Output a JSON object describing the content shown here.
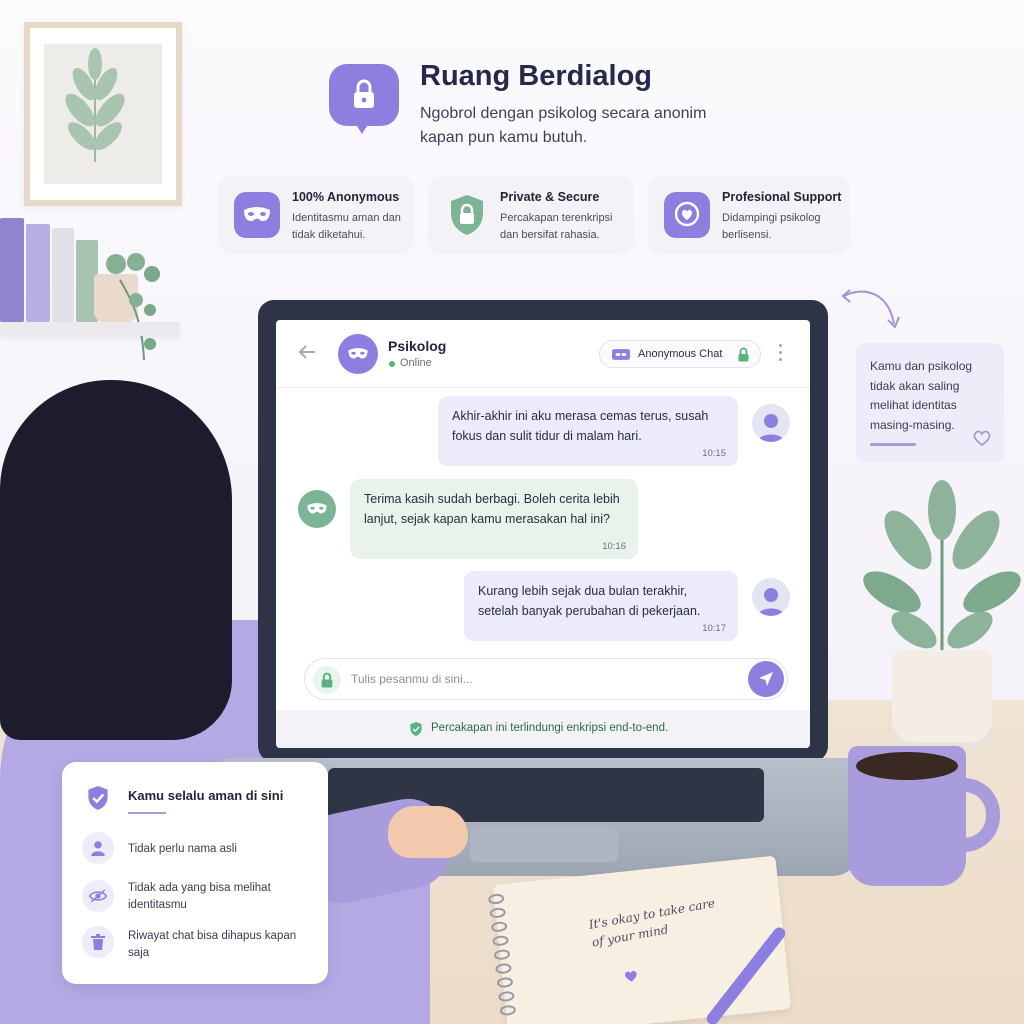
{
  "header": {
    "title": "Ruang Berdialog",
    "subtitle": "Ngobrol dengan psikolog secara anonim kapan pun kamu butuh.",
    "logo_icon": "lock-icon"
  },
  "features": [
    {
      "title": "100% Anonymous",
      "desc": "Identitasmu aman dan tidak diketahui.",
      "icon": "mask-icon",
      "color": "#8c7fe0"
    },
    {
      "title": "Private & Secure",
      "desc": "Percakapan terenkripsi dan bersifat rahasia.",
      "icon": "shield-lock-icon",
      "color": "#7cb495"
    },
    {
      "title": "Profesional Support",
      "desc": "Didampingi psikolog berlisensi.",
      "icon": "heart-chat-icon",
      "color": "#8c7fe0"
    }
  ],
  "chat": {
    "contact_name": "Psikolog",
    "contact_status": "Online",
    "mode_label": "Anonymous Chat",
    "messages": [
      {
        "from": "user",
        "text": "Akhir-akhir ini aku merasa cemas terus, susah fokus dan sulit tidur di malam hari.",
        "time": "10:15"
      },
      {
        "from": "psikolog",
        "text": "Terima kasih sudah berbagi. Boleh cerita lebih lanjut, sejak kapan kamu merasakan hal ini?",
        "time": "10:16"
      },
      {
        "from": "user",
        "text": "Kurang lebih sejak dua bulan terakhir, setelah banyak perubahan di pekerjaan.",
        "time": "10:17"
      }
    ],
    "input_placeholder": "Tulis pesanmu di sini...",
    "encryption_note": "Percakapan ini terlindungi enkripsi end-to-end."
  },
  "side_note": {
    "text": "Kamu dan psikolog tidak akan saling melihat identitas masing-masing."
  },
  "safety_card": {
    "title": "Kamu selalu aman di sini",
    "items": [
      {
        "text": "Tidak perlu nama asli",
        "icon": "user-icon"
      },
      {
        "text": "Tidak ada yang bisa melihat identitasmu",
        "icon": "eye-off-icon"
      },
      {
        "text": "Riwayat chat bisa dihapus kapan saja",
        "icon": "trash-icon"
      }
    ]
  },
  "notebook": {
    "text": "It's okay to take care of your mind"
  },
  "colors": {
    "accent": "#8c7fe0",
    "accent_light": "#ecebfa",
    "green": "#7cb495",
    "green_light": "#e9f3ec"
  }
}
